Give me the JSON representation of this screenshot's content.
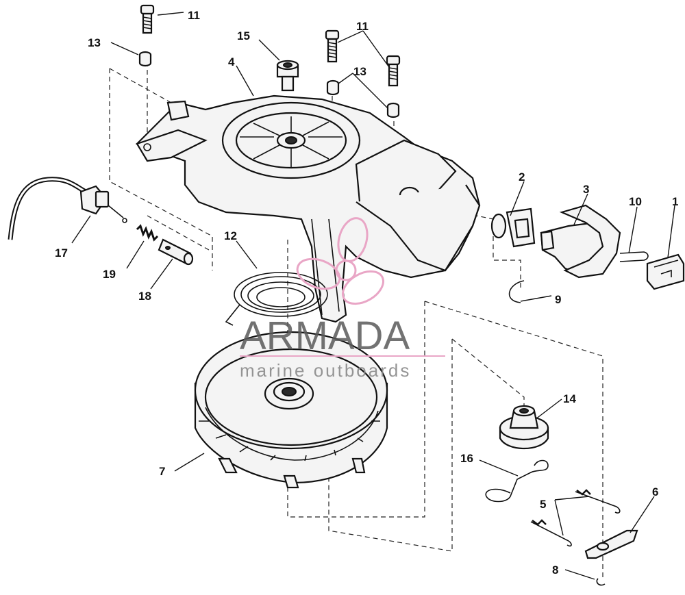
{
  "watermark": {
    "brand": "ARMADA",
    "tagline": "marine outboards",
    "accent_color": "#e9a6c6",
    "text_color": "#5a5a5a"
  },
  "labels": {
    "p1": "1",
    "p2": "2",
    "p3": "3",
    "p4": "4",
    "p5": "5",
    "p6": "6",
    "p7": "7",
    "p8": "8",
    "p9": "9",
    "p10": "10",
    "p11a": "11",
    "p11b": "11",
    "p12": "12",
    "p13a": "13",
    "p13b": "13",
    "p14": "14",
    "p15": "15",
    "p16": "16",
    "p17": "17",
    "p18": "18",
    "p19": "19"
  }
}
